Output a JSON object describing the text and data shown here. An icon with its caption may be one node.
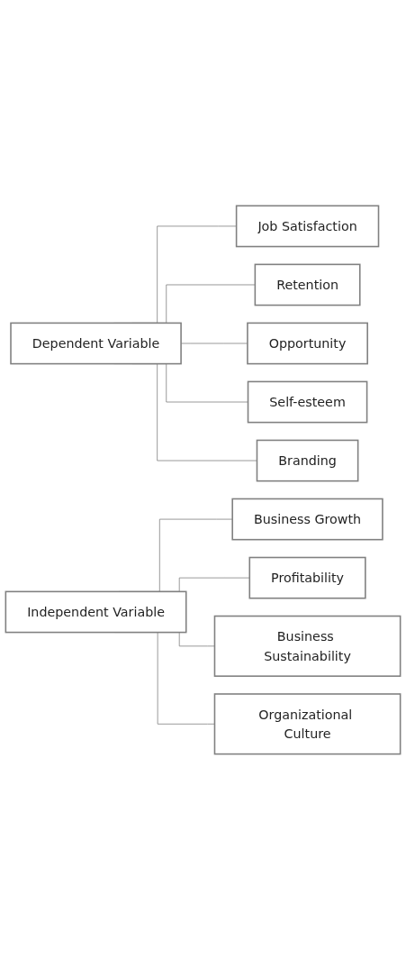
{
  "diagram": {
    "nodes": [
      {
        "text": [
          "Dependent Variable"
        ]
      },
      {
        "text": [
          "Job Satisfaction"
        ]
      },
      {
        "text": [
          "Retention"
        ]
      },
      {
        "text": [
          "Opportunity"
        ]
      },
      {
        "text": [
          "Self-esteem"
        ]
      },
      {
        "text": [
          "Branding"
        ]
      },
      {
        "text": [
          "Independent Variable"
        ]
      },
      {
        "text": [
          "Business Growth"
        ]
      },
      {
        "text": [
          "Profitability"
        ]
      },
      {
        "text": [
          "Business Sustainability"
        ]
      },
      {
        "text": [
          "Organizational Culture"
        ]
      }
    ],
    "edges": [
      {
        "from": 0,
        "to": 1,
        "arrow": "none"
      },
      {
        "from": 0,
        "to": 2,
        "arrow": "none"
      },
      {
        "from": 0,
        "to": 3,
        "arrow": "none"
      },
      {
        "from": 0,
        "to": 4,
        "arrow": "none"
      },
      {
        "from": 0,
        "to": 5,
        "arrow": "none"
      },
      {
        "from": 6,
        "to": 7,
        "arrow": "none"
      },
      {
        "from": 6,
        "to": 8,
        "arrow": "none"
      },
      {
        "from": 6,
        "to": 9,
        "arrow": "none"
      },
      {
        "from": 6,
        "to": 10,
        "arrow": "none"
      }
    ]
  }
}
